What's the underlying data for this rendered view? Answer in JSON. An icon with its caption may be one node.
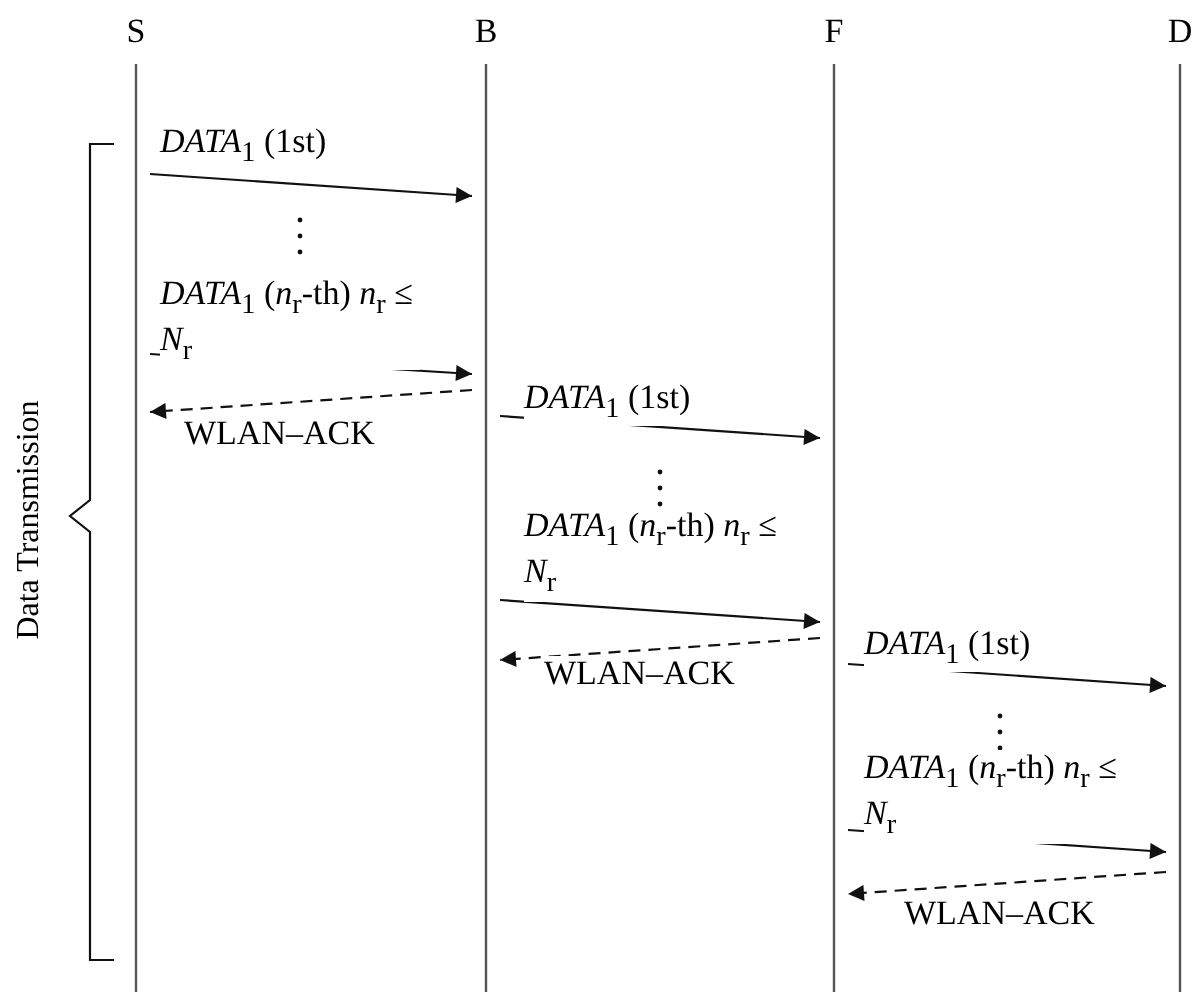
{
  "diagram": {
    "nodes": [
      {
        "text": [
          "S"
        ]
      },
      {
        "text": [
          "B"
        ]
      },
      {
        "text": [
          "F"
        ]
      },
      {
        "text": [
          "D"
        ]
      }
    ],
    "edges": [
      {
        "from": 0,
        "to": 1,
        "arrow": "to",
        "label": "*DATA*$_{1}$ (1st)"
      },
      {
        "from": 0,
        "to": 1,
        "arrow": "to",
        "label": "*DATA*$_{1}$ (*n*$_{r}$-th) *n*$_{r}$ ≤ *N*$_{r}$"
      },
      {
        "from": 1,
        "to": 0,
        "arrow": "to",
        "label": "WLAN–ACK",
        "style": "dashed"
      },
      {
        "from": 1,
        "to": 2,
        "arrow": "to",
        "label": "*DATA*$_{1}$ (1st)"
      },
      {
        "from": 1,
        "to": 2,
        "arrow": "to",
        "label": "*DATA*$_{1}$ (*n*$_{r}$-th) *n*$_{r}$ ≤ *N*$_{r}$"
      },
      {
        "from": 2,
        "to": 1,
        "arrow": "to",
        "label": "WLAN–ACK",
        "style": "dashed"
      },
      {
        "from": 2,
        "to": 3,
        "arrow": "to",
        "label": "*DATA*$_{1}$ (1st)"
      },
      {
        "from": 2,
        "to": 3,
        "arrow": "to",
        "label": "*DATA*$_{1}$ (*n*$_{r}$-th) *n*$_{r}$ ≤ *N*$_{r}$"
      },
      {
        "from": 3,
        "to": 2,
        "arrow": "to",
        "label": "WLAN–ACK",
        "style": "dashed"
      }
    ],
    "labels": [
      "Data Transmission"
    ]
  }
}
